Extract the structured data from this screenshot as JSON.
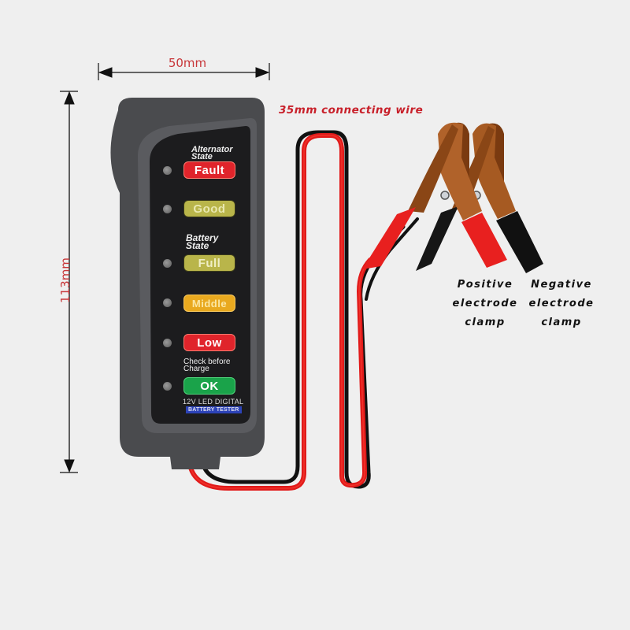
{
  "dimensions": {
    "width_label": "50mm",
    "height_label": "113mm",
    "wire_label": "35mm connecting wire"
  },
  "tester": {
    "alternator_caption_line1": "Alternator",
    "alternator_caption_line2": "State",
    "battery_caption_line1": "Battery",
    "battery_caption_line2": "State",
    "charge_caption_line1": "Check before",
    "charge_caption_line2": "Charge",
    "indicators": [
      {
        "label": "Fault",
        "color": "#e0242b",
        "text_color": "#ffffff"
      },
      {
        "label": "Good",
        "color": "#b9b54a",
        "text_color": "#e9e8b0"
      },
      {
        "label": "Full",
        "color": "#b9b54a",
        "text_color": "#efeec4"
      },
      {
        "label": "Middle",
        "color": "#e9a91f",
        "text_color": "#fbe7a4"
      },
      {
        "label": "Low",
        "color": "#e0242b",
        "text_color": "#ffffff"
      },
      {
        "label": "OK",
        "color": "#1aa34a",
        "text_color": "#ffffff"
      }
    ],
    "footer_line1": "12V LED DIGITAL",
    "footer_line2": "BATTERY TESTER"
  },
  "clamps": {
    "positive": {
      "line1": "Positive",
      "line2": "electrode",
      "line3": "clamp",
      "color": "#e8201f"
    },
    "negative": {
      "line1": "Negative",
      "line2": "electrode",
      "line3": "clamp",
      "color": "#111111"
    }
  }
}
